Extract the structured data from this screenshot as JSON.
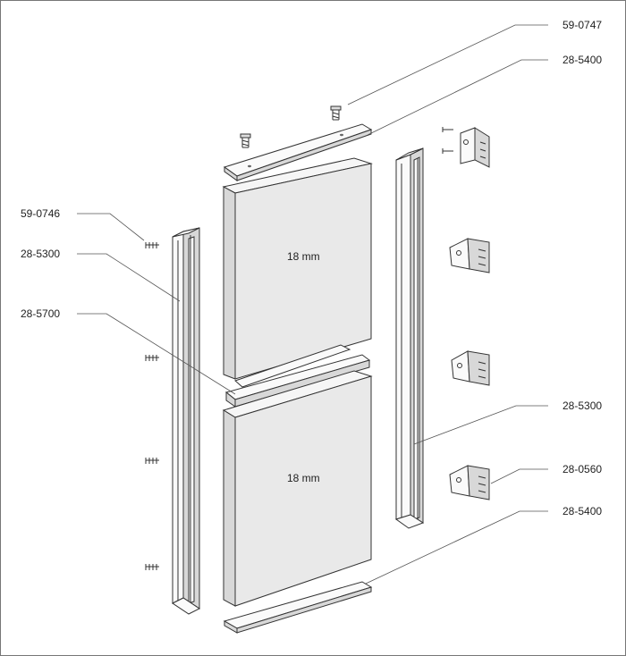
{
  "labels": {
    "top_screw": "59-0747",
    "top_rail": "28-5400",
    "left_screw": "59-0746",
    "left_profile": "28-5300",
    "middle_rail": "28-5700",
    "right_profile": "28-5300",
    "hinge": "28-0560",
    "bottom_rail": "28-5400"
  },
  "panels": {
    "upper_thickness": "18 mm",
    "lower_thickness": "18 mm"
  }
}
